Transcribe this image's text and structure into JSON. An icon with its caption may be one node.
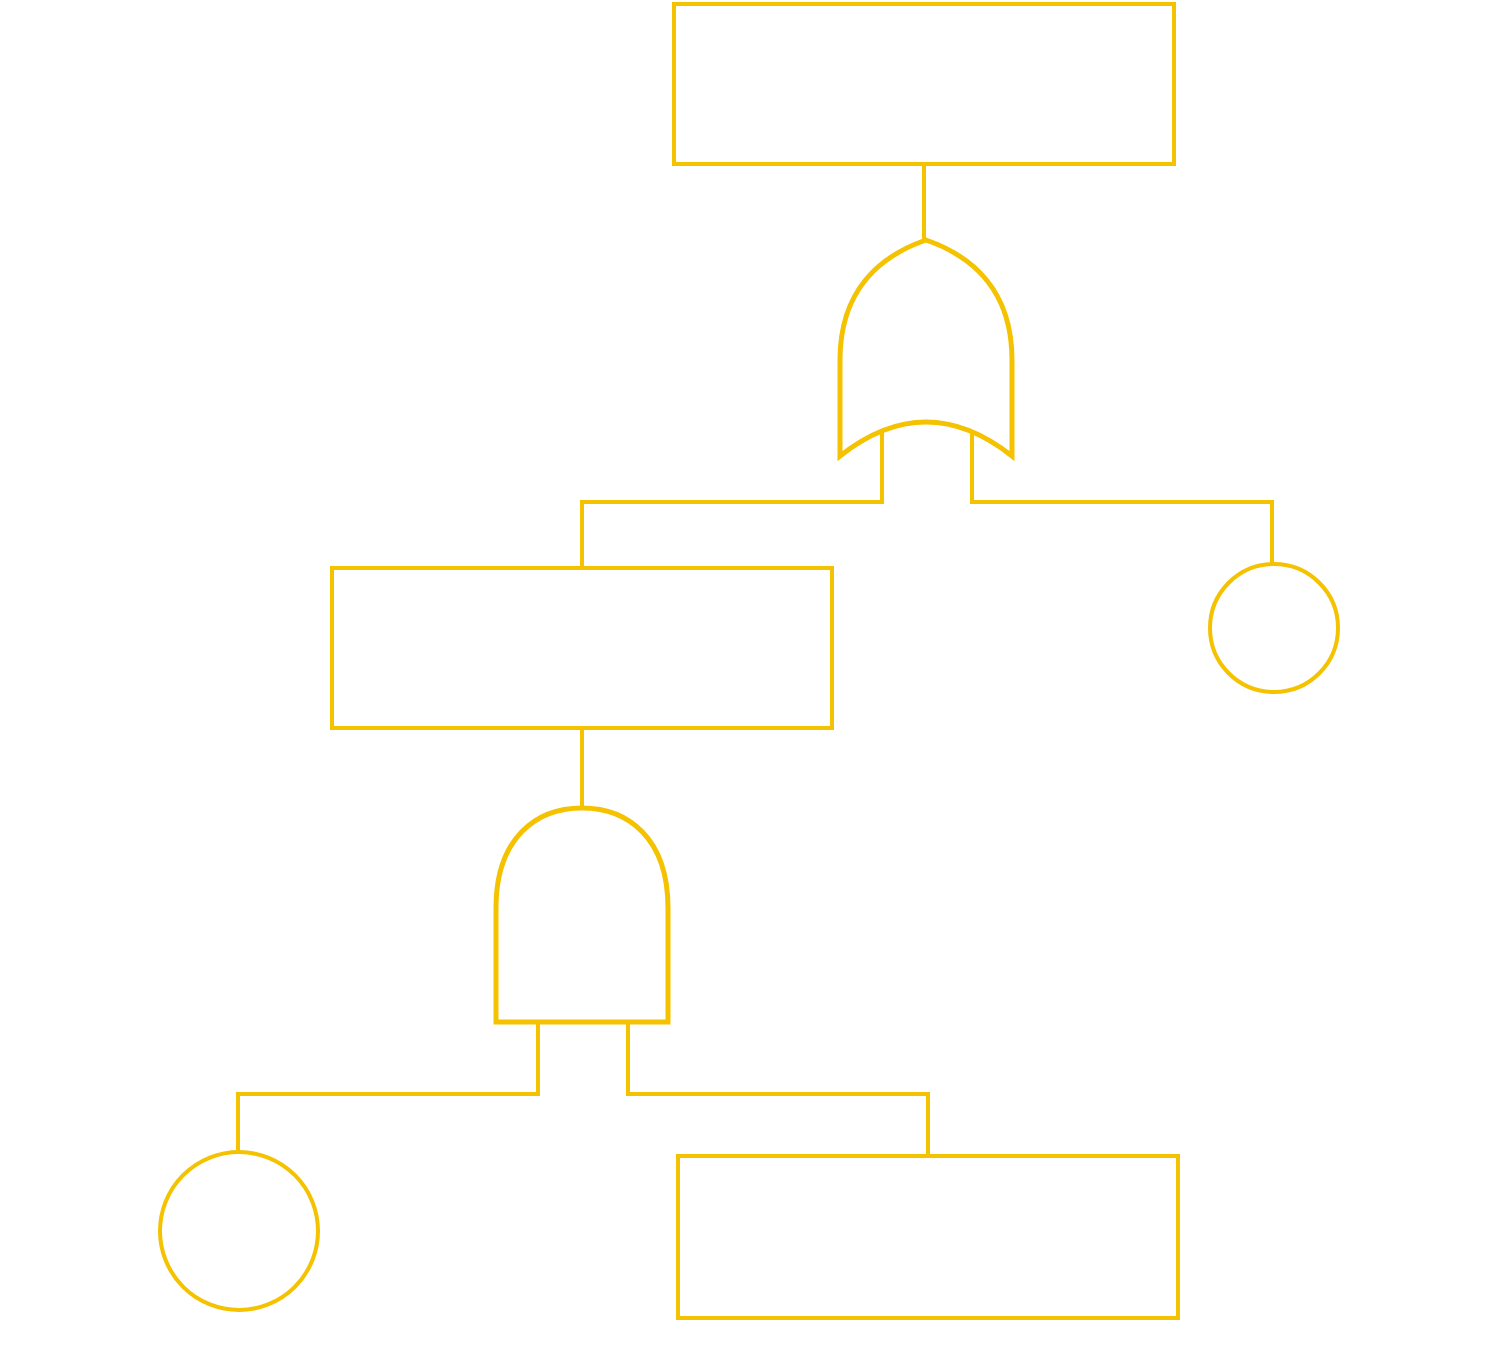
{
  "diagram": {
    "nodes": [
      {
        "text": [],
        "shape": "box"
      },
      {
        "text": [],
        "shape": "or-gate"
      },
      {
        "text": [],
        "shape": "box"
      },
      {
        "text": [],
        "shape": "circle"
      },
      {
        "text": [],
        "shape": "and-gate"
      },
      {
        "text": [],
        "shape": "circle"
      },
      {
        "text": [],
        "shape": "box"
      }
    ],
    "edges": [
      {
        "from": 0,
        "to": 1,
        "arrow": "none"
      },
      {
        "from": 1,
        "to": 2,
        "arrow": "none"
      },
      {
        "from": 1,
        "to": 3,
        "arrow": "none"
      },
      {
        "from": 2,
        "to": 4,
        "arrow": "none"
      },
      {
        "from": 4,
        "to": 5,
        "arrow": "none"
      },
      {
        "from": 4,
        "to": 6,
        "arrow": "none"
      }
    ]
  }
}
